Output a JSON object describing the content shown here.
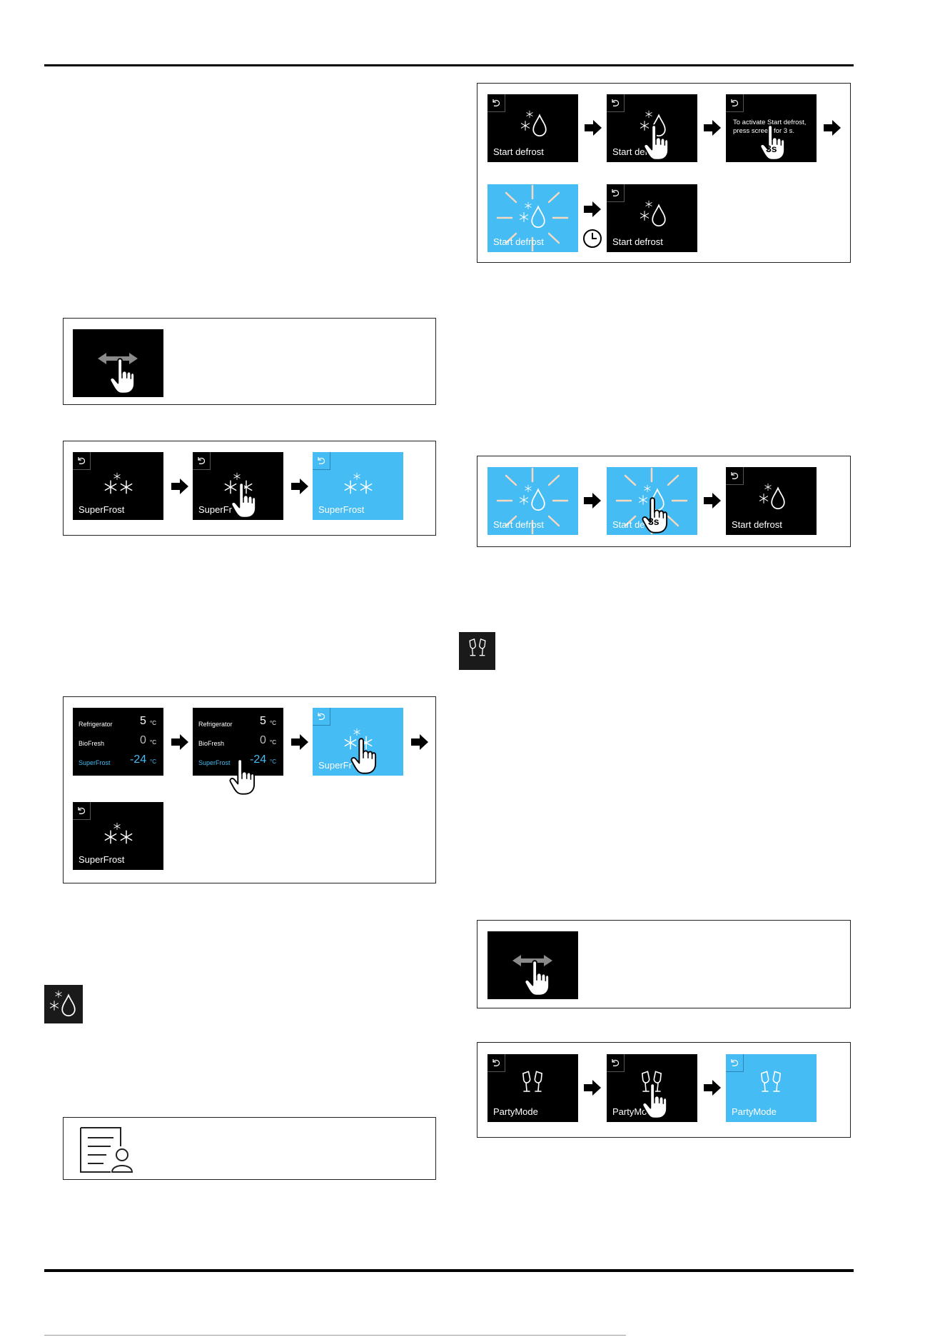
{
  "colors": {
    "screen_dark": "#000000",
    "screen_active": "#45bcf3",
    "rule": "#000000"
  },
  "back_icon": "back-arrow-icon",
  "superfrost_activation": {
    "step1": {
      "label": "SuperFrost",
      "icon": "superfrost-icon"
    },
    "step2": {
      "label": "SuperFr",
      "icon": "superfrost-icon"
    },
    "step3": {
      "label": "SuperFrost",
      "icon": "superfrost-icon"
    }
  },
  "superfrost_from_home": {
    "rows": [
      {
        "name": "Refrigerator",
        "value": "5",
        "unit": "°C"
      },
      {
        "name": "BioFresh",
        "value": "0",
        "unit": "°C"
      },
      {
        "name": "SuperFrost",
        "value": "-24",
        "unit": "°C"
      }
    ],
    "step3_label": "SuperFr",
    "step4_label": "SuperFrost"
  },
  "start_defrost_activation": {
    "step1_label": "Start defrost",
    "step2_label": "Start defr",
    "step3_message": "To activate Start defrost, press screen for 3 s.",
    "step4_label": "Start defrost",
    "step5_label": "Start defrost",
    "press_duration": "3s"
  },
  "start_defrost_deactivation": {
    "step1_label": "Start defrost",
    "step2_label": "Start de",
    "step3_label": "Start defrost",
    "press_duration": "3s"
  },
  "party_mode": {
    "step1_label": "PartyMode",
    "step2_label": "PartyMo",
    "step3_label": "PartyMode"
  }
}
